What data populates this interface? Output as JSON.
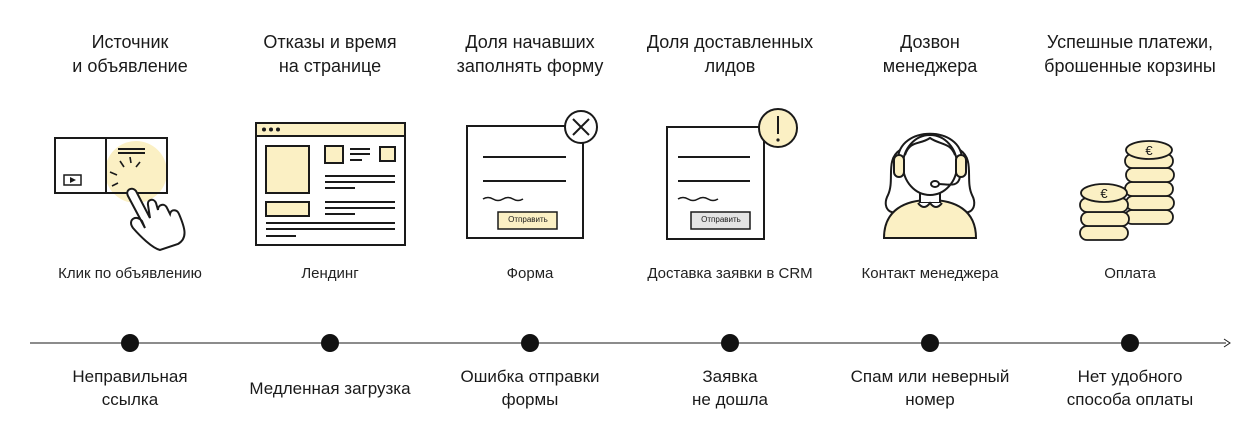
{
  "stages": [
    {
      "title": [
        "Источник",
        "и объявление"
      ],
      "caption": "Клик по объявлению",
      "problem": [
        "Неправильная",
        "ссылка"
      ],
      "icon": "click-ad-icon"
    },
    {
      "title": [
        "Отказы и время",
        "на странице"
      ],
      "caption": "Лендинг",
      "problem": [
        "Медленная загрузка"
      ],
      "icon": "landing-page-icon"
    },
    {
      "title": [
        "Доля начавших",
        "заполнять форму"
      ],
      "caption": "Форма",
      "problem": [
        "Ошибка отправки",
        "формы"
      ],
      "icon": "form-error-icon"
    },
    {
      "title": [
        "Доля доставленных",
        "лидов"
      ],
      "caption": "Доставка заявки в CRM",
      "problem": [
        "Заявка",
        "не дошла"
      ],
      "icon": "form-warning-icon"
    },
    {
      "title": [
        "Дозвон",
        "менеджера"
      ],
      "caption": "Контакт менеджера",
      "problem": [
        "Спам или неверный",
        "номер"
      ],
      "icon": "manager-headset-icon"
    },
    {
      "title": [
        "Успешные платежи,",
        "брошенные корзины"
      ],
      "caption": "Оплата",
      "problem": [
        "Нет удобного",
        "способа оплаты"
      ],
      "icon": "coins-icon"
    }
  ],
  "form_button_label": "Отправить",
  "colors": {
    "accent": "#fbf0c4",
    "stroke": "#1a1a1a",
    "gray_button": "#e4e4e4"
  }
}
